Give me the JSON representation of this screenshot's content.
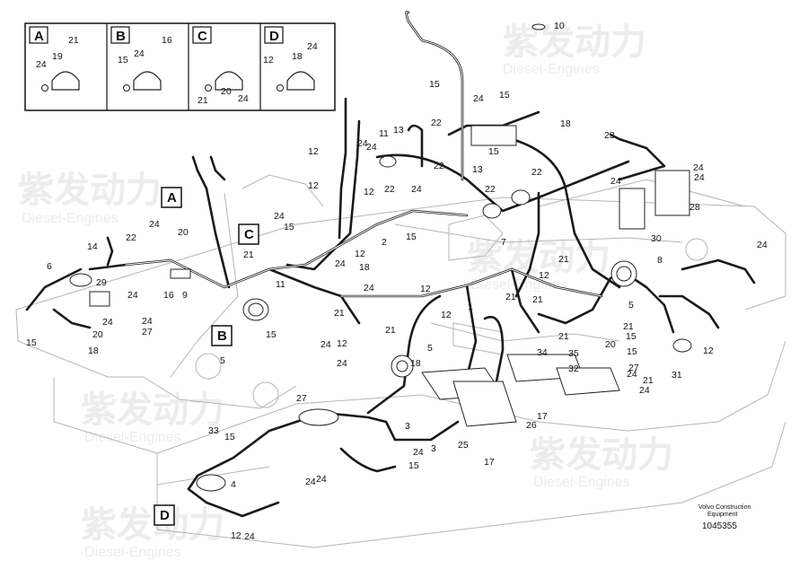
{
  "legend_boxes": [
    {
      "letter": "A",
      "numbers": [
        "21",
        "19",
        "24"
      ]
    },
    {
      "letter": "B",
      "numbers": [
        "16",
        "24",
        "15"
      ]
    },
    {
      "letter": "C",
      "numbers": [
        "21",
        "20",
        "24"
      ]
    },
    {
      "letter": "D",
      "numbers": [
        "12",
        "18",
        "24"
      ]
    }
  ],
  "view_labels": [
    "A",
    "B",
    "C",
    "D"
  ],
  "callouts": [
    "10",
    "15",
    "24",
    "15",
    "18",
    "22",
    "13",
    "11",
    "12",
    "24",
    "22",
    "22",
    "24",
    "13",
    "15",
    "24",
    "22",
    "24",
    "12",
    "23",
    "24",
    "2",
    "15",
    "12",
    "12",
    "24",
    "15",
    "22",
    "28",
    "24",
    "30",
    "7",
    "14",
    "22",
    "20",
    "24",
    "6",
    "29",
    "24",
    "16",
    "9",
    "21",
    "11",
    "15",
    "24",
    "18",
    "21",
    "24",
    "8",
    "12",
    "5",
    "21",
    "12",
    "1",
    "21",
    "5",
    "20",
    "24",
    "24",
    "27",
    "21",
    "18",
    "15",
    "12",
    "24",
    "5",
    "21",
    "21",
    "15",
    "27",
    "15",
    "24",
    "12",
    "31",
    "12",
    "24",
    "18",
    "34",
    "35",
    "32",
    "21",
    "24",
    "27",
    "4",
    "3",
    "17",
    "26",
    "25",
    "17",
    "33",
    "15",
    "24",
    "24",
    "15",
    "24",
    "3",
    "12",
    "24",
    "24",
    "20",
    "21"
  ],
  "branding": {
    "company": "Volvo Construction",
    "company_line2": "Equipment",
    "part_number": "1045355"
  },
  "watermark": {
    "cn": "紫发动力",
    "en": "Diesel-Engines"
  }
}
